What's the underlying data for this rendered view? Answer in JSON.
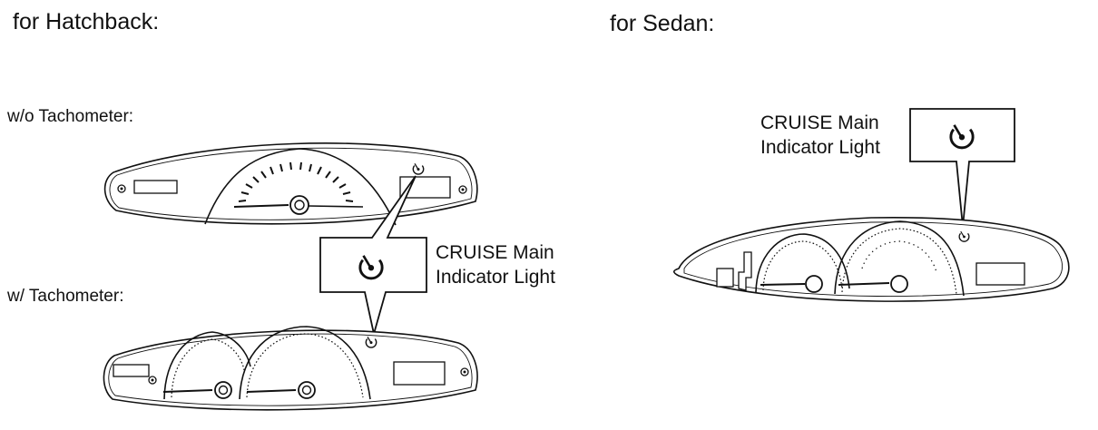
{
  "left": {
    "title": "for Hatchback:",
    "variant_without_tach": "w/o Tachometer:",
    "variant_with_tach": "w/ Tachometer:",
    "callout": {
      "line1": "CRUISE Main",
      "line2": "Indicator Light"
    }
  },
  "right": {
    "title": "for Sedan:",
    "callout": {
      "line1": "CRUISE Main",
      "line2": "Indicator Light"
    }
  },
  "icon": "cruise-indicator-icon",
  "colors": {
    "ink": "#111111",
    "paper": "#ffffff"
  }
}
